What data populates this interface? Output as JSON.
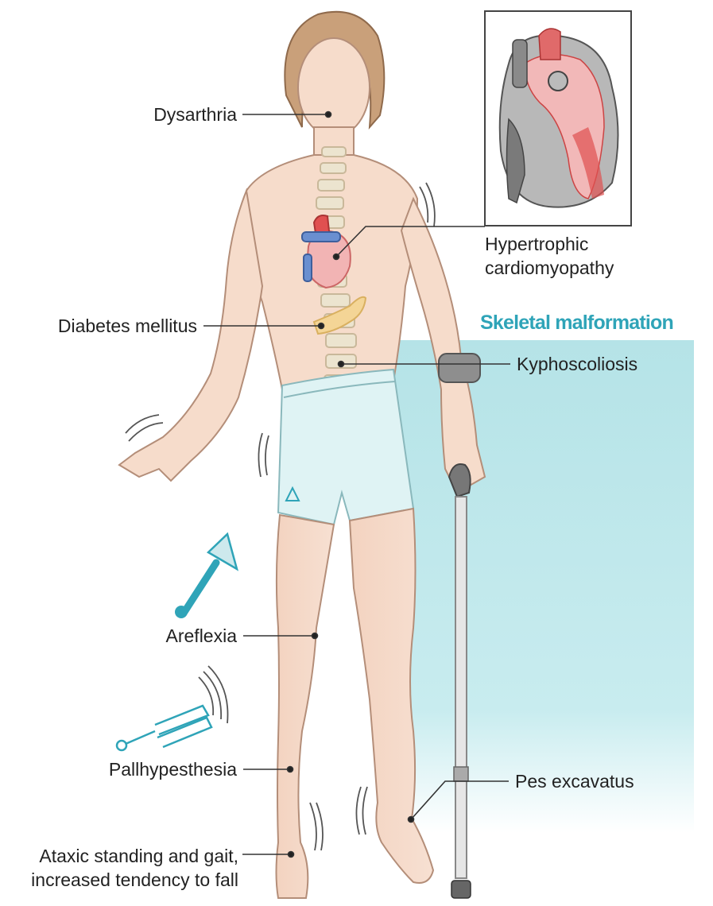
{
  "labels": {
    "dysarthria": "Dysarthria",
    "hcm_line1": "Hypertrophic",
    "hcm_line2": "cardiomyopathy",
    "diabetes": "Diabetes mellitus",
    "skeletal_title": "Skeletal malformation",
    "kyphoscoliosis": "Kyphoscoliosis",
    "areflexia": "Areflexia",
    "pallhypesthesia": "Pallhypesthesia",
    "pes_excavatus": "Pes excavatus",
    "ataxic_line1": "Ataxic standing and gait,",
    "ataxic_line2": "increased tendency to fall"
  },
  "icons": [
    "reflex-hammer-icon",
    "tuning-fork-icon",
    "heart-icon",
    "crutch-icon"
  ],
  "colors": {
    "skin": "#f6dccb",
    "skin_outline": "#c9a28e",
    "accent_teal": "#2fa4b8",
    "panel_teal": "#b5e3e7",
    "shorts": "#dff3f4",
    "heart_red": "#e06a6a"
  }
}
